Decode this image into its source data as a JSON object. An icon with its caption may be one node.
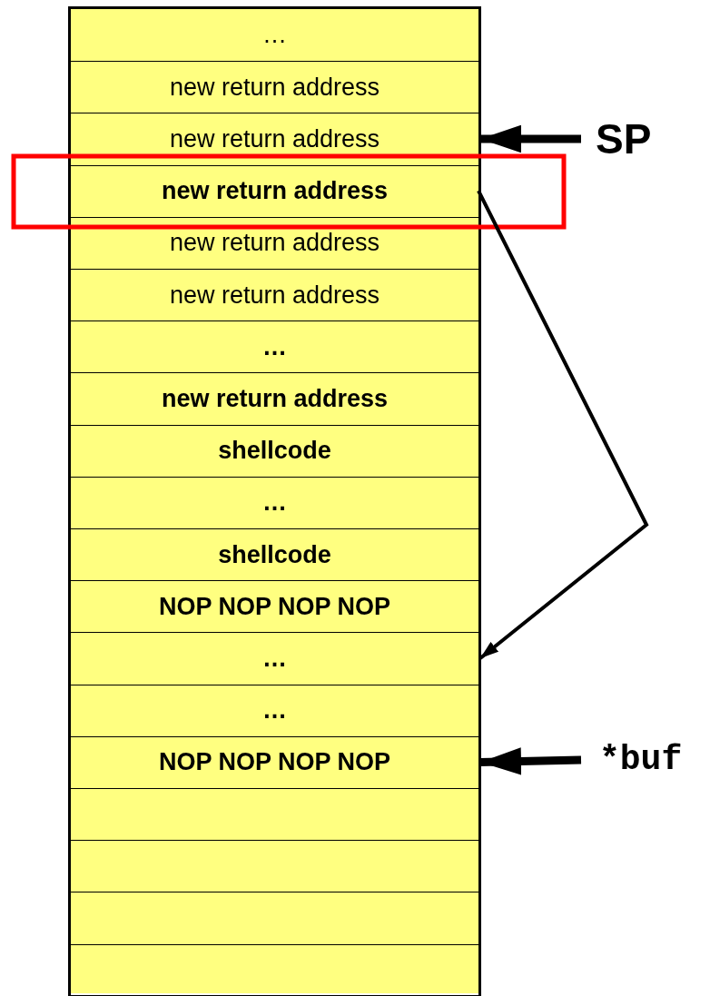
{
  "diagram": {
    "nodes": [
      {
        "text": [
          "…"
        ]
      },
      {
        "text": [
          "new return address"
        ]
      },
      {
        "text": [
          "new return address"
        ]
      },
      {
        "text": [
          "new return address"
        ]
      },
      {
        "text": [
          "new return address"
        ]
      },
      {
        "text": [
          "new return address"
        ]
      },
      {
        "text": [
          "…"
        ]
      },
      {
        "text": [
          "new return address"
        ]
      },
      {
        "text": [
          "shellcode"
        ]
      },
      {
        "text": [
          "…"
        ]
      },
      {
        "text": [
          "shellcode"
        ]
      },
      {
        "text": [
          "NOP NOP NOP NOP"
        ]
      },
      {
        "text": [
          "…"
        ]
      },
      {
        "text": [
          "…"
        ]
      },
      {
        "text": [
          "NOP NOP NOP NOP"
        ]
      },
      {
        "text": [],
        "shape": "box"
      },
      {
        "text": [],
        "shape": "box"
      },
      {
        "text": [],
        "shape": "box"
      },
      {
        "text": [],
        "shape": "box"
      },
      {
        "text": [
          "SP"
        ]
      },
      {
        "text": [
          "*buf"
        ]
      }
    ],
    "edges": [
      {
        "from": 19,
        "to": 2,
        "arrow": "to"
      },
      {
        "from": 3,
        "to": 12,
        "arrow": "to"
      },
      {
        "from": 20,
        "to": 14,
        "arrow": "to"
      }
    ]
  }
}
